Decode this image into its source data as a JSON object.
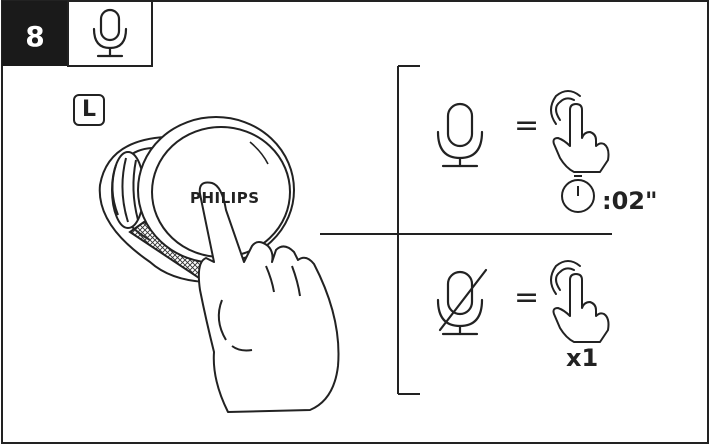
{
  "step": {
    "number": "8",
    "icon": "microphone-icon"
  },
  "earbud": {
    "side": "L",
    "brand": "PHILIPS"
  },
  "actions": [
    {
      "result_icon": "microphone-icon",
      "equals": "=",
      "gesture_icon": "tap-hand-icon",
      "timer_icon": "stopwatch-icon",
      "duration": ":02\""
    },
    {
      "result_icon": "microphone-muted-icon",
      "equals": "=",
      "gesture_icon": "tap-hand-icon",
      "count": "x1"
    }
  ],
  "colors": {
    "ink": "#222222",
    "step_badge_bg": "#1a1a1a",
    "step_badge_text": "#ffffff",
    "grille": "#888888"
  }
}
